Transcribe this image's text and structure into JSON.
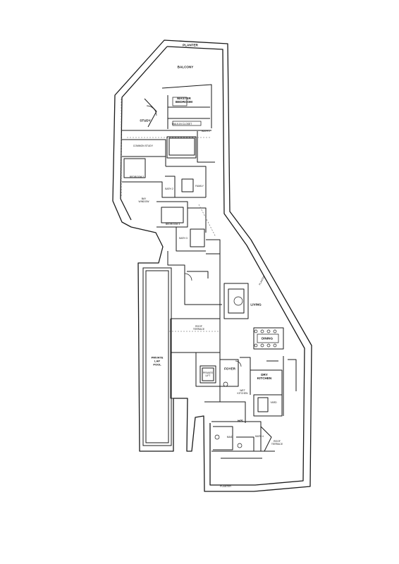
{
  "rooms": {
    "balcony": "BALCONY",
    "master_bedroom": "MASTER\nBEDROOM",
    "walk_in_closet": "WALK-IN CLOSET",
    "study": "STUDY",
    "bath_1": "BATH 1",
    "common_study": "COMMON STUDY",
    "bedroom_2": "BEDROOM 2",
    "bath_2": "BATH 2",
    "family": "FAMILY",
    "bedroom_3": "BEDROOM 3",
    "bath_3": "BATH 3",
    "living": "LIVING",
    "dining": "DINING",
    "foyer": "FOYER",
    "dry_kitchen": "DRY\nKITCHEN",
    "private_lift": "PRIVATE\nLIFT",
    "private_lap_pool": "PRIVATE\nLAP\nPOOL",
    "bath_4": "BATH 4",
    "maid": "MAID",
    "hs": "H/S",
    "roof_terrace": "ROOF\nTERRACE",
    "planter_top": "PLANTER",
    "planter_bottom": "PLANTER",
    "wet_kitchen": "WET\nKITCHEN",
    "yard": "YARD",
    "bay_window": "BAY\nWINDOW",
    "roof_terrace_small": "ROOF\nTERRACE",
    "planter_side": "PLANTER"
  },
  "colors": {
    "line": "#1a1a1a",
    "background": "#ffffff"
  }
}
